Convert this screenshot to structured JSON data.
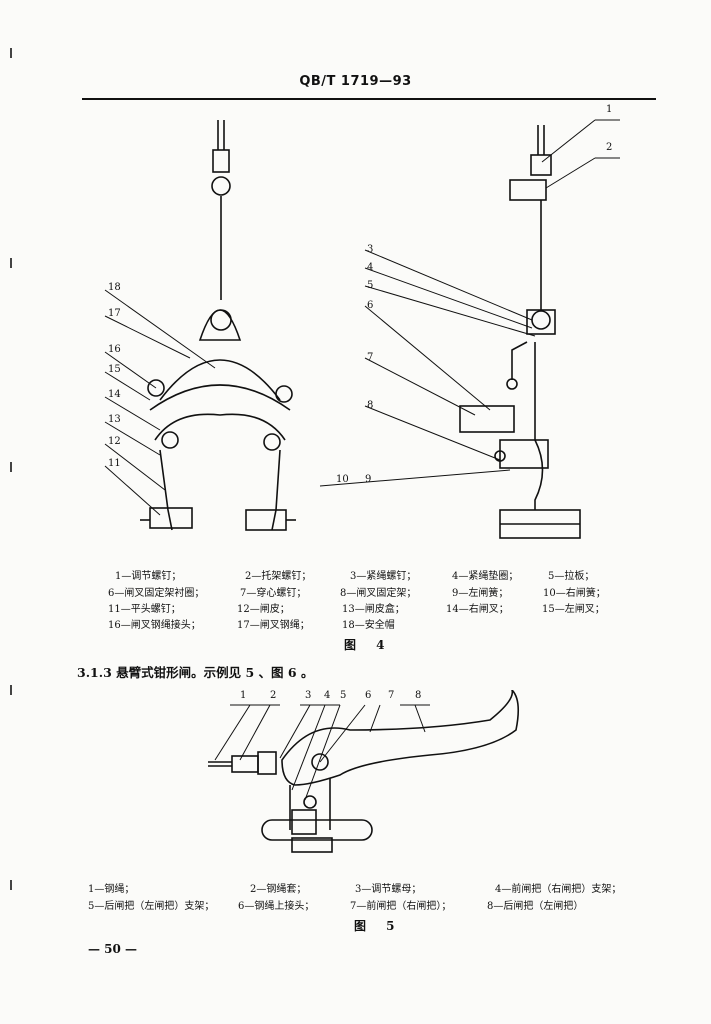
{
  "header": {
    "standard_code": "QB/T 1719—93"
  },
  "figure4": {
    "caption": "图 4",
    "callouts_left": [
      "18",
      "17",
      "16",
      "15",
      "14",
      "13",
      "12",
      "11"
    ],
    "callouts_right": [
      "1",
      "2",
      "3",
      "4",
      "5",
      "6",
      "7",
      "8",
      "10",
      "9"
    ],
    "legend": [
      [
        "1—调节螺钉；",
        "2—托架螺钉；",
        "3—紧绳螺钉；",
        "4—紧绳垫圈；",
        "5—拉板；"
      ],
      [
        "6—闸叉固定架衬圈；",
        "7—穿心螺钉；",
        "8—闸叉固定架；",
        "9—左闸簧；",
        "10—右闸簧；"
      ],
      [
        "11—平头螺钉；",
        "12—闸皮；",
        "13—闸皮盒；",
        "14—右闸叉；",
        "15—左闸叉；"
      ],
      [
        "16—闸叉钢绳接头；",
        "17—闸叉钢绳；",
        "18—安全帽"
      ]
    ]
  },
  "section": {
    "text": "3.1.3  悬臂式钳形闸。示例见 5 、图 6 。"
  },
  "figure5": {
    "caption": "图 5",
    "callouts": [
      "1",
      "2",
      "3",
      "4",
      "5",
      "6",
      "7",
      "8"
    ],
    "legend": [
      [
        "1—钢绳；",
        "2—钢绳套；",
        "3—调节螺母；",
        "4—前闸把（右闸把）支架；"
      ],
      [
        "5—后闸把（左闸把）支架；",
        "6—钢绳上接头；",
        "7—前闸把（右闸把）；",
        "8—后闸把（左闸把）"
      ]
    ]
  },
  "footer": {
    "page_number": "— 50 —"
  }
}
